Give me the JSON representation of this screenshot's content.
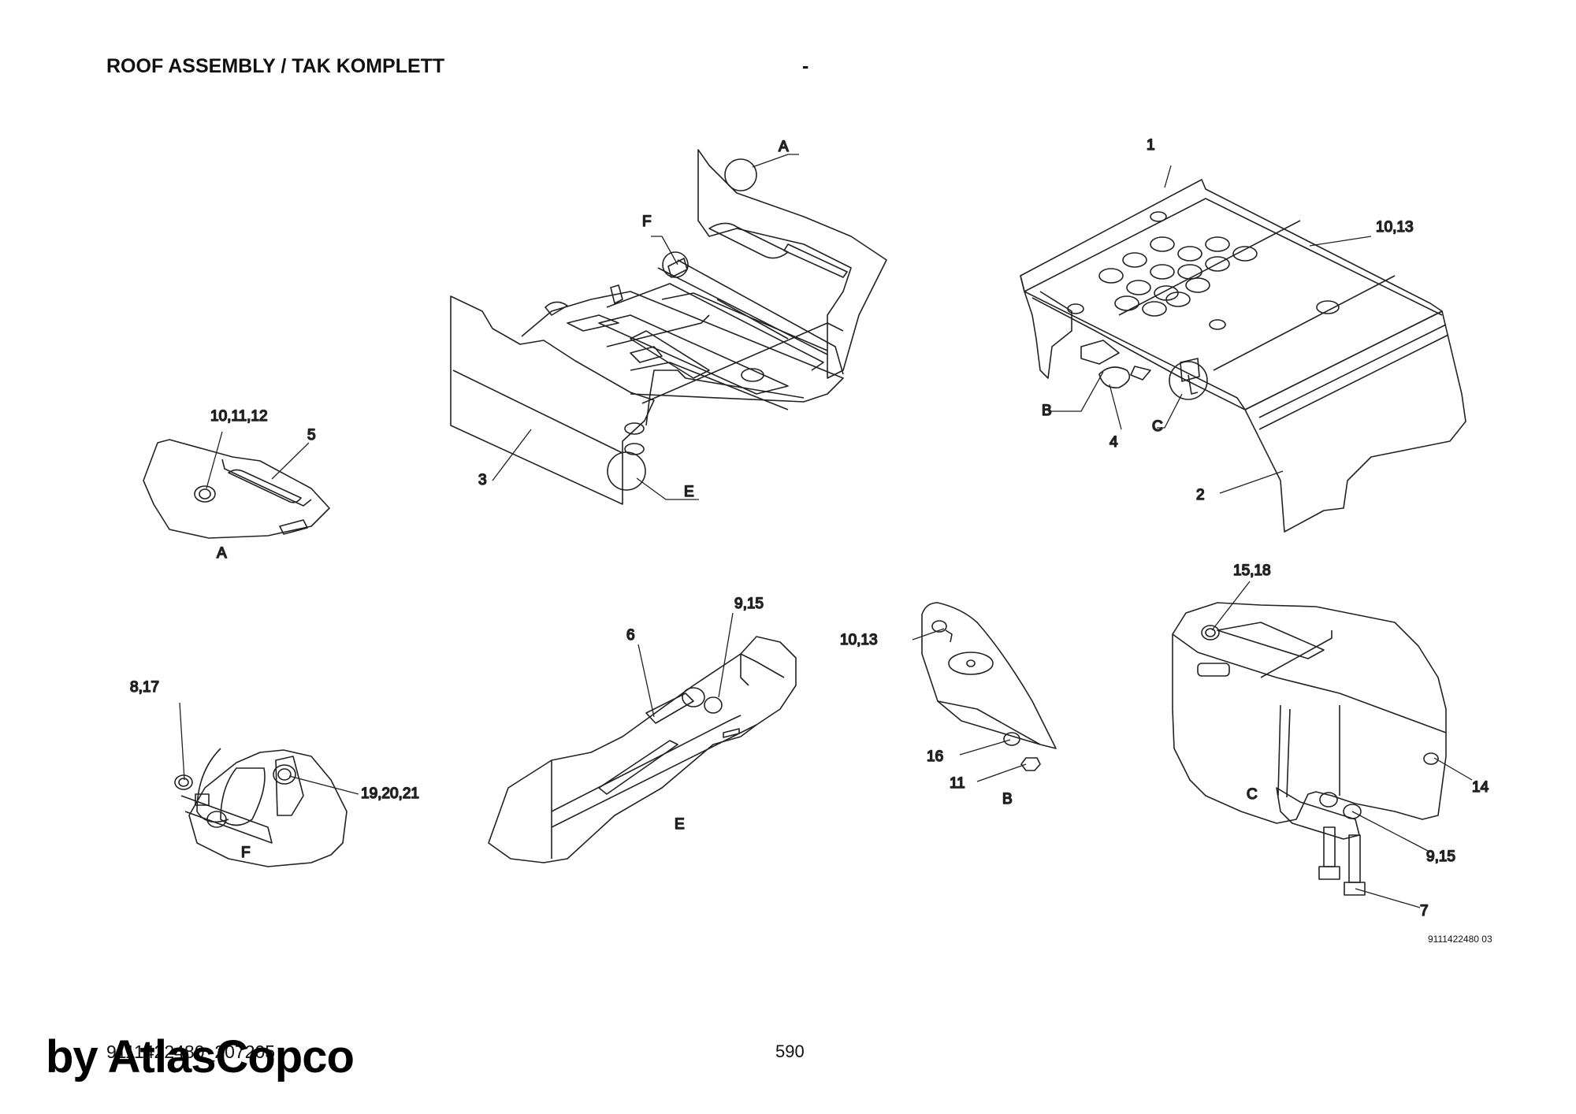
{
  "header": {
    "title": "ROOF ASSEMBLY / TAK KOMPLETT",
    "dash": "-"
  },
  "footer": {
    "doc_number": "9111422480_207205",
    "page": "590",
    "drawing_id": "9111422480 03"
  },
  "watermark": "by AtlasCopco",
  "callouts": {
    "main_left": {
      "a": "A",
      "f": "F",
      "e": "E",
      "p3": "3"
    },
    "main_right": {
      "p1": "1",
      "p10_13": "10,13",
      "b": "B",
      "c": "C",
      "p4": "4",
      "p2": "2"
    },
    "detail_a": {
      "p10_11_12": "10,11,12",
      "p5": "5",
      "title": "A"
    },
    "detail_f": {
      "p8_17": "8,17",
      "p19_20_21": "19,20,21",
      "title": "F"
    },
    "detail_e": {
      "p6": "6",
      "p9_15": "9,15",
      "title": "E"
    },
    "detail_b": {
      "p10_13": "10,13",
      "p16": "16",
      "p11": "11",
      "title": "B"
    },
    "detail_c": {
      "p15_18": "15,18",
      "p14": "14",
      "p9_15": "9,15",
      "p7": "7",
      "title": "C"
    }
  }
}
